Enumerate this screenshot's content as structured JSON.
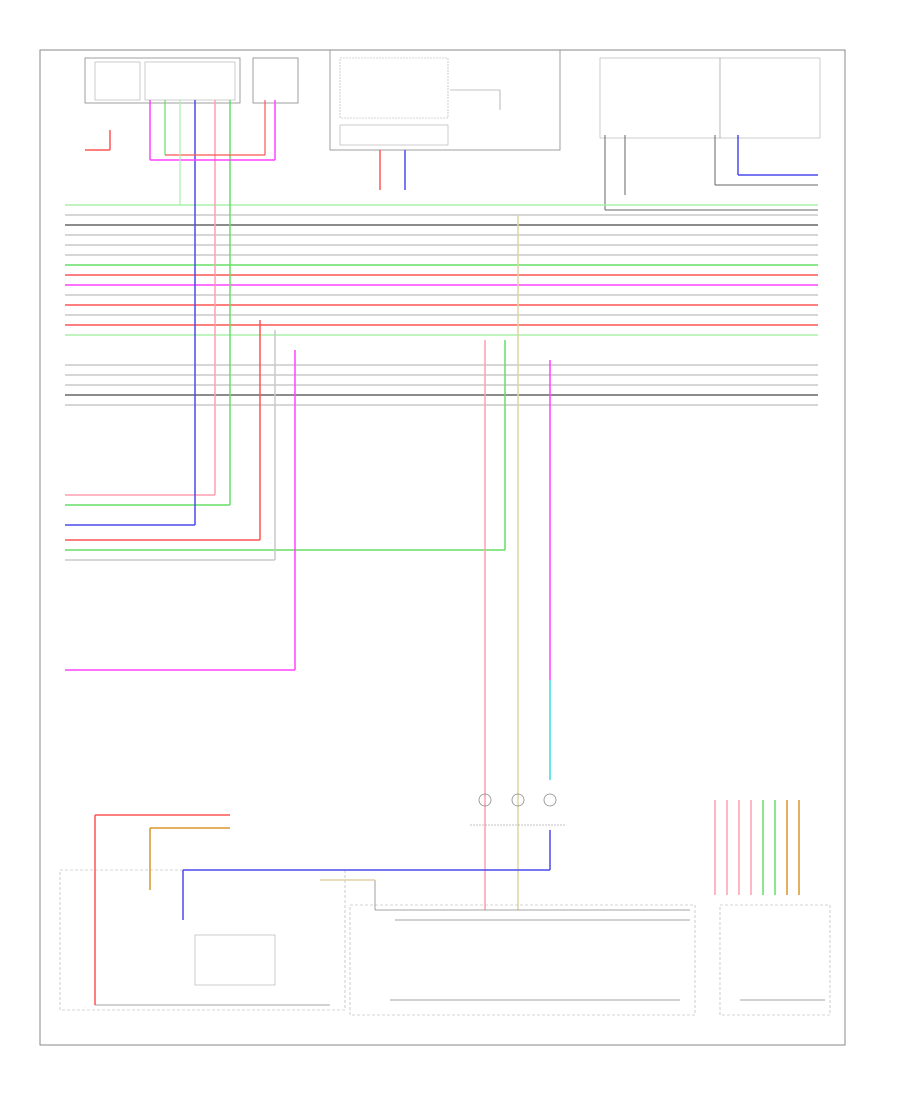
{
  "diagram": {
    "colors": {
      "black": "#666666",
      "red": "#ff5555",
      "pink": "#ff9fb0",
      "green": "#66dd66",
      "lightgreen": "#aaf0aa",
      "blue": "#4a4aee",
      "magenta": "#ff44ff",
      "tan": "#e0d3a6",
      "white": "#c8c8c8",
      "cyan": "#33dddd",
      "orange": "#d8952b",
      "yellow": "#dddd66"
    },
    "horizontal_wire_colors": [
      "lightgreen",
      "white",
      "black",
      "white",
      "white",
      "white",
      "green",
      "red",
      "magenta",
      "white",
      "red",
      "white",
      "red",
      "lightgreen",
      "white",
      "white",
      "white",
      "black",
      "white"
    ],
    "left_wire_colors": [
      "pink",
      "green",
      "blue",
      "red",
      "green",
      "white",
      "magenta"
    ],
    "connector_pin_colors": [
      "pink",
      "pink",
      "pink",
      "pink",
      "green",
      "green",
      "orange",
      "orange"
    ]
  },
  "labels": {
    "footer_left": "",
    "footer_center": "",
    "bottom_left_box": "",
    "bottom_center_box": ""
  }
}
